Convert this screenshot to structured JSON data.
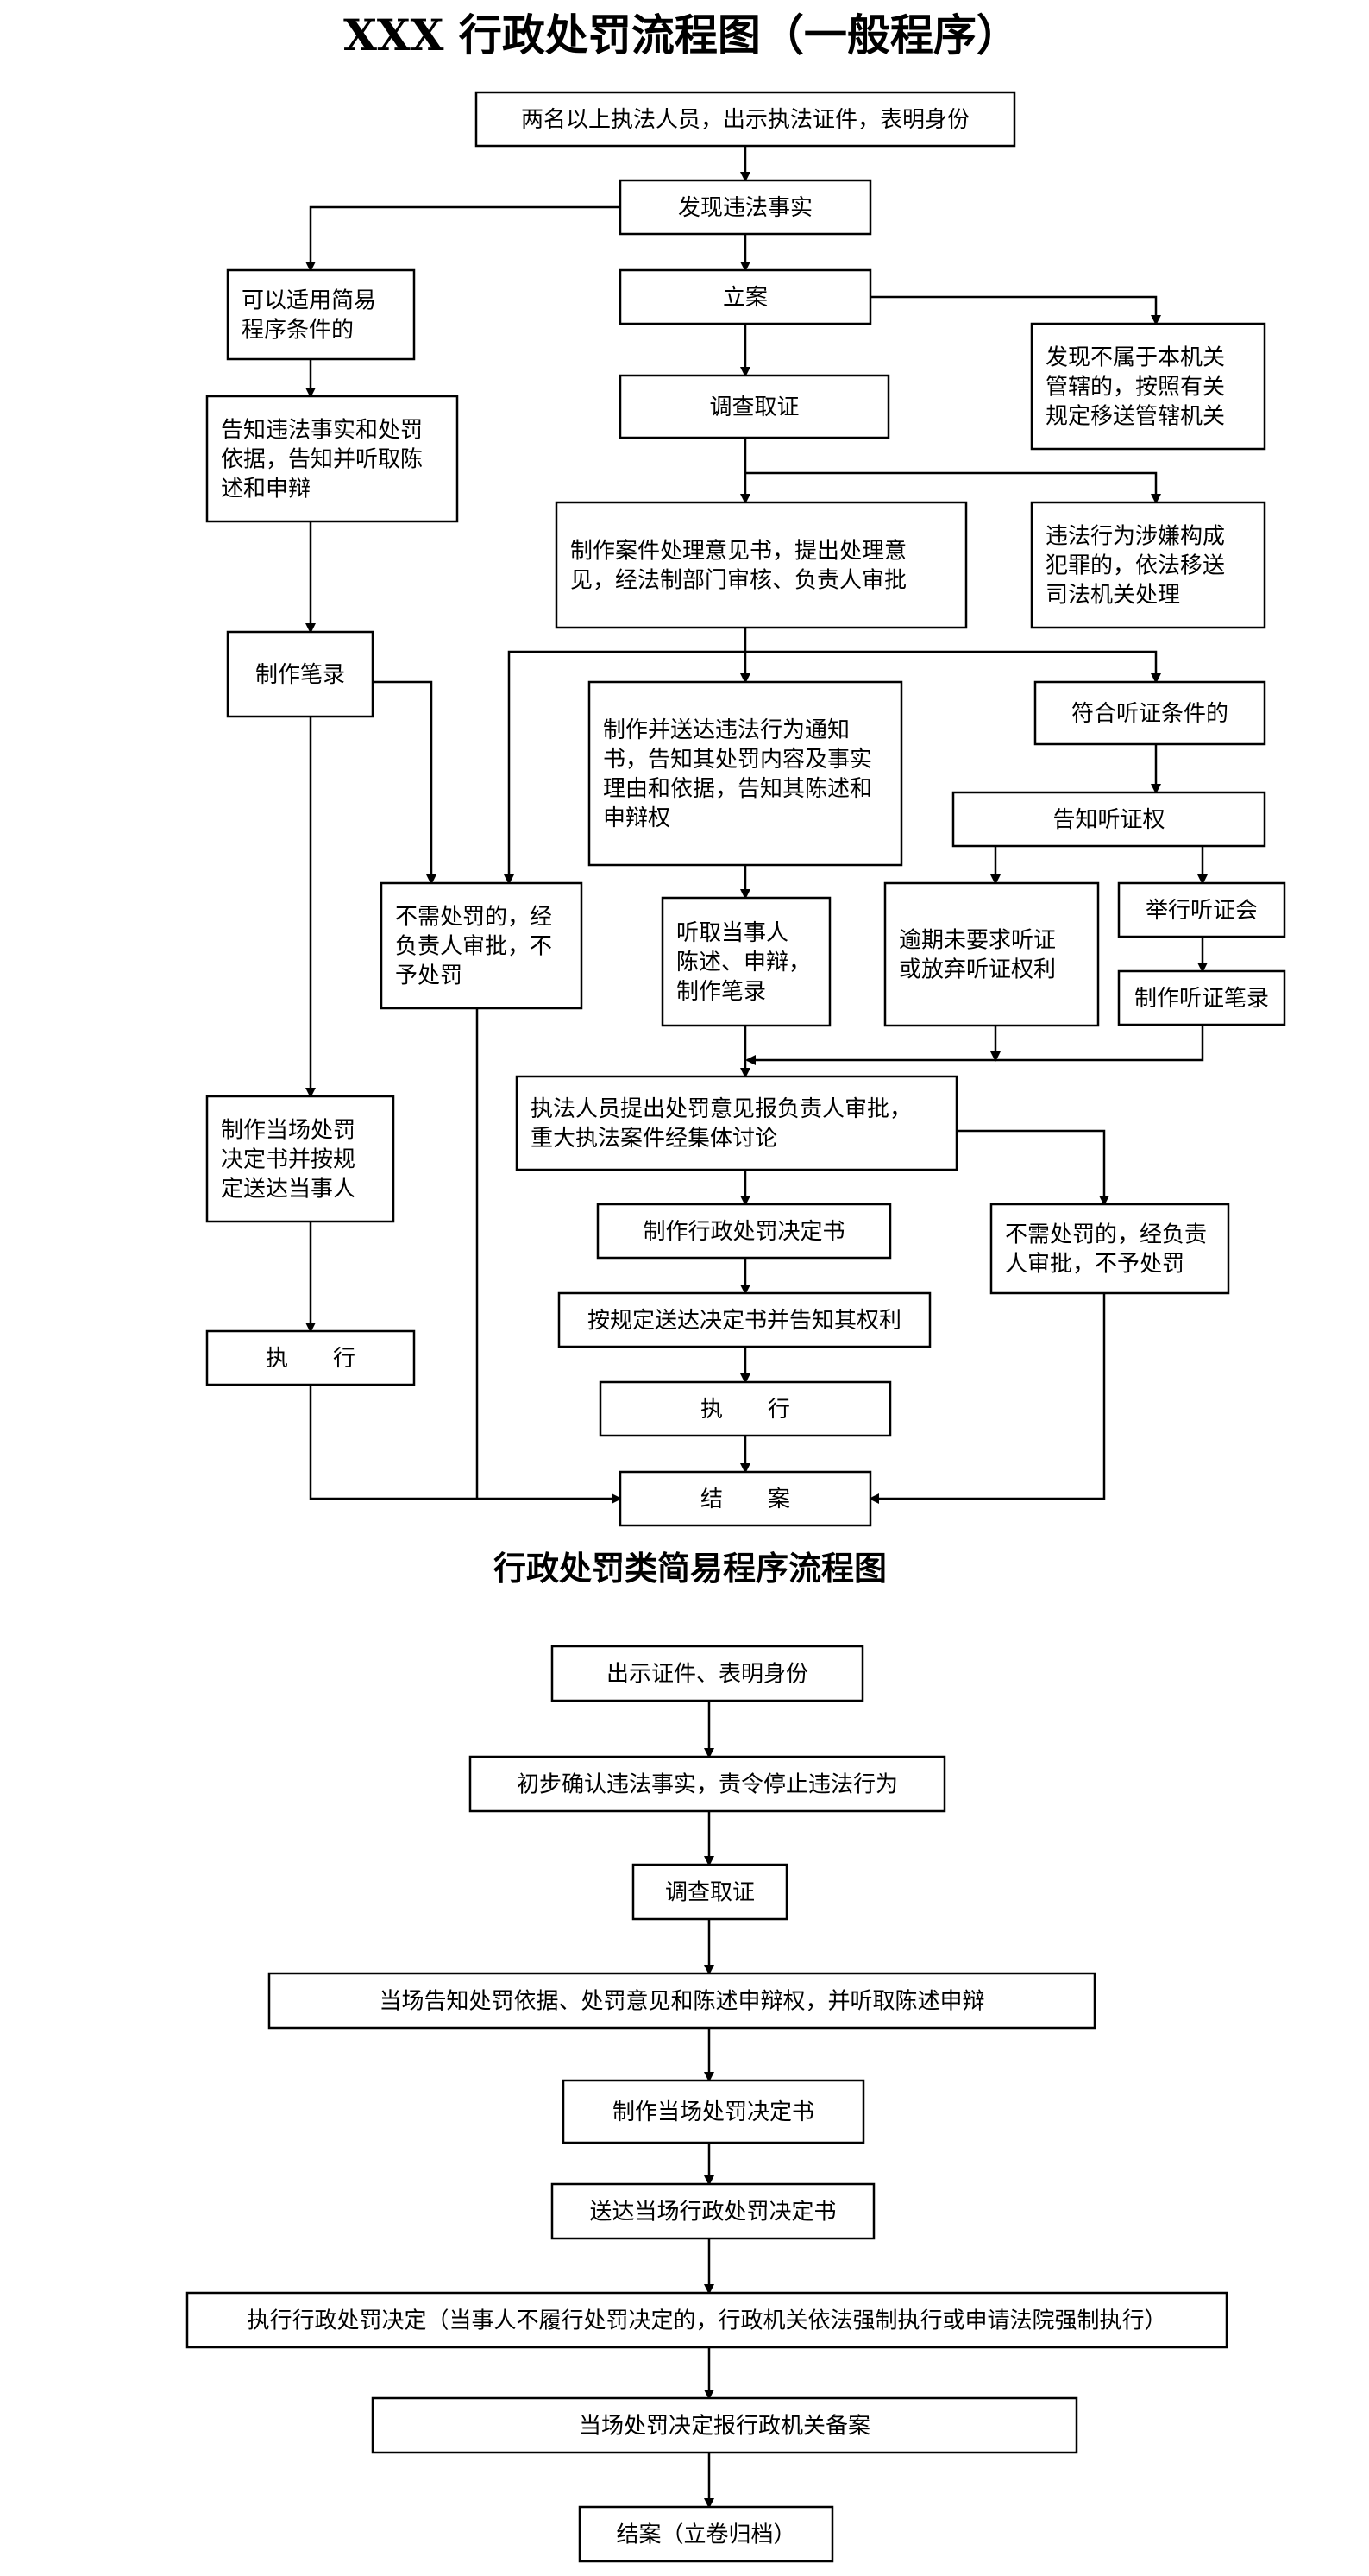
{
  "diagram_title": "XXX 行政处罚流程图（一般程序）",
  "general_procedure": {
    "n01": [
      "两名以上执法人员，出示执法证件，表明身份"
    ],
    "n02": [
      "发现违法事实"
    ],
    "n03": [
      "可以适用简易",
      "程序条件的"
    ],
    "n04": [
      "立案"
    ],
    "n05": [
      "发现不属于本机关",
      "管辖的，按照有关",
      "规定移送管辖机关"
    ],
    "n06": [
      "调查取证"
    ],
    "n07": [
      "告知违法事实和处罚",
      "依据，告知并听取陈",
      "述和申辩"
    ],
    "n08": [
      "制作案件处理意见书，提出处理意",
      "见，经法制部门审核、负责人审批"
    ],
    "n09": [
      "违法行为涉嫌构成",
      "犯罪的，依法移送",
      "司法机关处理"
    ],
    "n10": [
      "制作笔录"
    ],
    "n11": [
      "制作并送达违法行为通知",
      "书，告知其处罚内容及事实",
      "理由和依据，告知其陈述和",
      "申辩权"
    ],
    "n12": [
      "符合听证条件的"
    ],
    "n13": [
      "告知听证权"
    ],
    "n14": [
      "不需处罚的，经",
      "负责人审批，不",
      "予处罚"
    ],
    "n15": [
      "听取当事人",
      "陈述、申辩，",
      "制作笔录"
    ],
    "n16": [
      "逾期未要求听证",
      "或放弃听证权利"
    ],
    "n17": [
      "举行听证会"
    ],
    "n18": [
      "制作听证笔录"
    ],
    "n19": [
      "执法人员提出处罚意见报负责人审批，",
      "重大执法案件经集体讨论"
    ],
    "n20": [
      "制作当场处罚",
      "决定书并按规",
      "定送达当事人"
    ],
    "n21": [
      "制作行政处罚决定书"
    ],
    "n22": [
      "不需处罚的，经负责",
      "人审批，不予处罚"
    ],
    "n23": [
      "按规定送达决定书并告知其权利"
    ],
    "n24": [
      "执　　行"
    ],
    "n25": [
      "执　　行"
    ],
    "n26": [
      "结　　案"
    ]
  },
  "simple_procedure": {
    "title": "行政处罚类简易程序流程图",
    "steps": [
      "出示证件、表明身份",
      "初步确认违法事实，责令停止违法行为",
      "调查取证",
      "当场告知处罚依据、处罚意见和陈述申辩权，并听取陈述申辩",
      "制作当场处罚决定书",
      "送达当场行政处罚决定书",
      "执行行政处罚决定（当事人不履行处罚决定的，行政机关依法强制执行或申请法院强制执行）",
      "当场处罚决定报行政机关备案",
      "结案（立卷归档）"
    ]
  }
}
